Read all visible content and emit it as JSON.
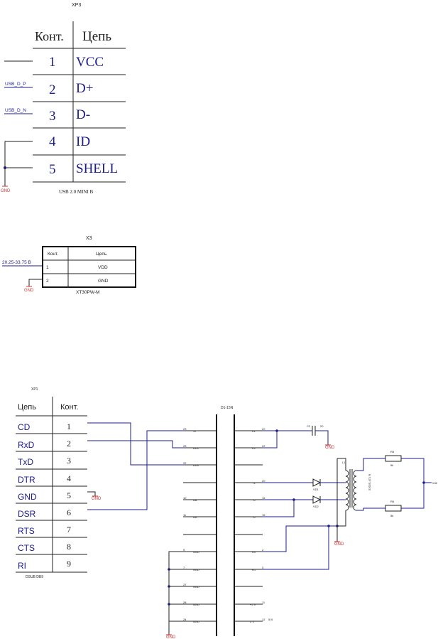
{
  "xp3": {
    "title": "XP3",
    "header": [
      "Конт.",
      "Цепь"
    ],
    "rows": [
      {
        "pin": "1",
        "net": "VCC"
      },
      {
        "pin": "2",
        "net": "D+"
      },
      {
        "pin": "3",
        "net": "D-"
      },
      {
        "pin": "4",
        "net": "ID"
      },
      {
        "pin": "5",
        "net": "SHELL"
      }
    ],
    "wires": [
      "USB_D_P",
      "USB_D_N"
    ],
    "gnd": "GND",
    "part": "USB 2.0 MINI B"
  },
  "x3": {
    "title": "X3",
    "header": [
      "Конт.",
      "Цепь"
    ],
    "rows": [
      {
        "pin": "1",
        "net": "VDD"
      },
      {
        "pin": "2",
        "net": "GND"
      }
    ],
    "voltage": "20.25-33.75 В",
    "gnd": "GND",
    "part": "XT30PW-M"
  },
  "xp1": {
    "title": "XP1",
    "header": [
      "Цепь",
      "Конт."
    ],
    "rows": [
      {
        "net": "CD",
        "pin": "1"
      },
      {
        "net": "RxD",
        "pin": "2"
      },
      {
        "net": "TxD",
        "pin": "3"
      },
      {
        "net": "DTR",
        "pin": "4"
      },
      {
        "net": "GND",
        "pin": "5"
      },
      {
        "net": "DSR",
        "pin": "6"
      },
      {
        "net": "RTS",
        "pin": "7"
      },
      {
        "net": "CTS",
        "pin": "8"
      },
      {
        "net": "RI",
        "pin": "9"
      }
    ],
    "gnd": "GND",
    "part": "DSUB DB9"
  },
  "ic": {
    "title": "D1-15N",
    "left_pins": [
      {
        "num": "23",
        "name": "ST"
      },
      {
        "num": "25",
        "name": "DD1"
      },
      {
        "num": "22",
        "name": "DD0"
      },
      {
        "num": "10",
        "name": "DB"
      },
      {
        "num": "11",
        "name": "DR"
      },
      {
        "num": "5",
        "name": "GND"
      },
      {
        "num": "7",
        "name": "GND"
      },
      {
        "num": "27",
        "name": "GND"
      },
      {
        "num": "28",
        "name": "GND"
      },
      {
        "num": "24",
        "name": "GND"
      }
    ],
    "right_pins": [
      {
        "num": "20",
        "name": "K1"
      },
      {
        "num": "22",
        "name": "K2"
      },
      {
        "num": "20",
        "name": "T1"
      },
      {
        "num": "16",
        "name": "T0"
      },
      {
        "num": "15",
        "name": "T0"
      },
      {
        "num": "2",
        "name": "R0"
      },
      {
        "num": "3",
        "name": "R1"
      },
      {
        "num": "11",
        "name": "+5 V"
      },
      {
        "num": "12",
        "name": "5 V"
      }
    ],
    "extra": "5 В"
  },
  "parts": {
    "c2": "C2",
    "c2_val": "20",
    "vd1": "VD1",
    "vd2": "VD2",
    "l1": "L1",
    "r5": "R5",
    "r5_val": "5k",
    "r6": "R6",
    "r6_val": "5k",
    "xfmr": "53925-471 R",
    "out": "X42",
    "gnd": "GND"
  },
  "colors": {
    "wire_blue": "#1c1c8c",
    "gnd_red": "#cc3333",
    "line_dark": "#222222"
  }
}
